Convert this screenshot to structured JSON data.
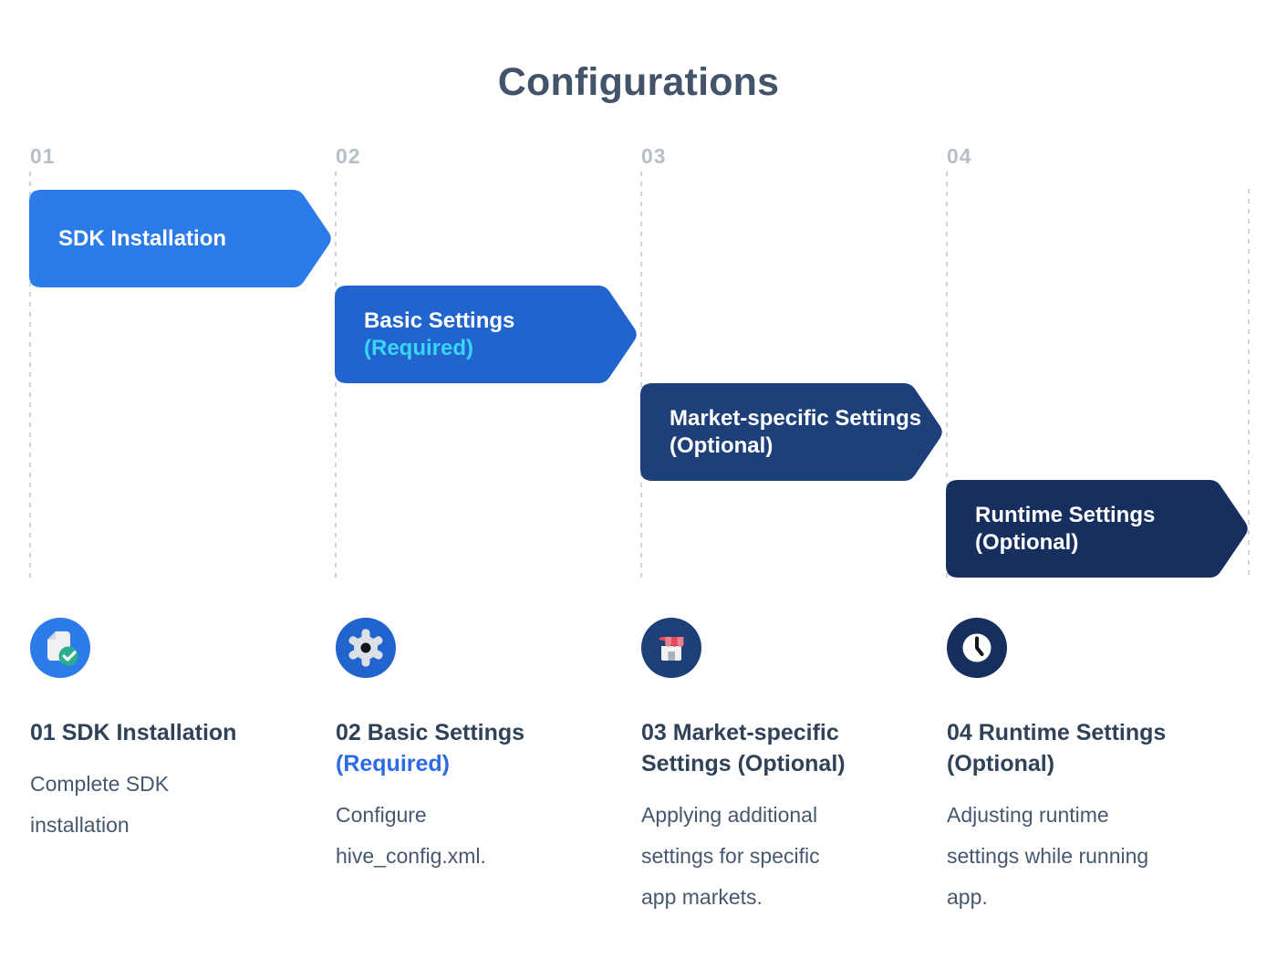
{
  "title": "Configurations",
  "accent": {
    "required_blue": "#2d6be4",
    "required_cyan": "#38d5f4"
  },
  "steps": [
    {
      "number": "01",
      "color": "#2b7be8",
      "banner": {
        "line1": "SDK Installation",
        "line2": ""
      },
      "icon": "document-check-icon",
      "heading_line1": "01 SDK Installation",
      "heading_line2": "",
      "description": "Complete SDK\ninstallation"
    },
    {
      "number": "02",
      "color": "#2264ce",
      "banner": {
        "line1": "Basic Settings",
        "line2": "(Required)"
      },
      "icon": "gear-icon",
      "heading_line1": "02 Basic Settings",
      "heading_line2": "(Required)",
      "description": "Configure\nhive_config.xml."
    },
    {
      "number": "03",
      "color": "#1e4078",
      "banner": {
        "line1": "Market-specific Settings",
        "line2": "(Optional)"
      },
      "icon": "storefront-icon",
      "heading_line1": "03 Market-specific",
      "heading_line2": "Settings (Optional)",
      "description": "Applying additional\nsettings for specific\napp markets."
    },
    {
      "number": "04",
      "color": "#172f5e",
      "banner": {
        "line1": "Runtime Settings",
        "line2": "(Optional)"
      },
      "icon": "clock-icon",
      "heading_line1": "04 Runtime Settings",
      "heading_line2": "(Optional)",
      "description": "Adjusting runtime\nsettings while running\napp."
    }
  ]
}
